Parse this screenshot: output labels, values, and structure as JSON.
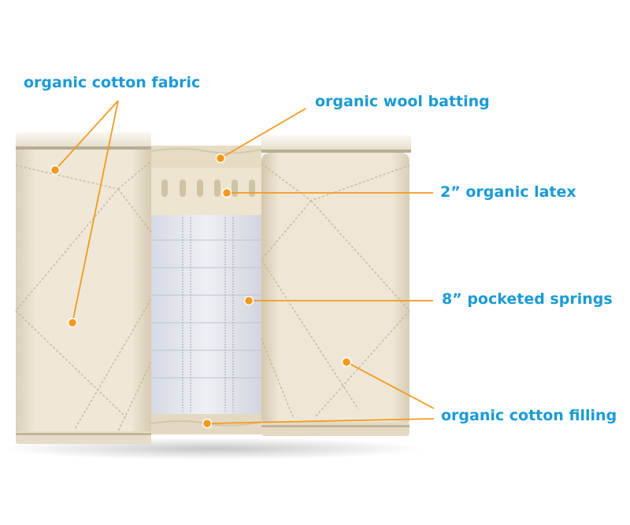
{
  "colors": {
    "label": "#1a9ad6",
    "leader": "#f39a1e",
    "fabric": "#efe7d6",
    "fabric_shade": "#ddd2bc",
    "stitch": "#c9bda2",
    "spring_fabric": "#e6e8ef",
    "latex": "#ece4cf",
    "wool": "#e8dfc8"
  },
  "labels": {
    "fabric": "organic cotton fabric",
    "wool": "organic wool batting",
    "latex": "2” organic latex",
    "springs": "8” pocketed springs",
    "filling": "organic cotton filling"
  }
}
